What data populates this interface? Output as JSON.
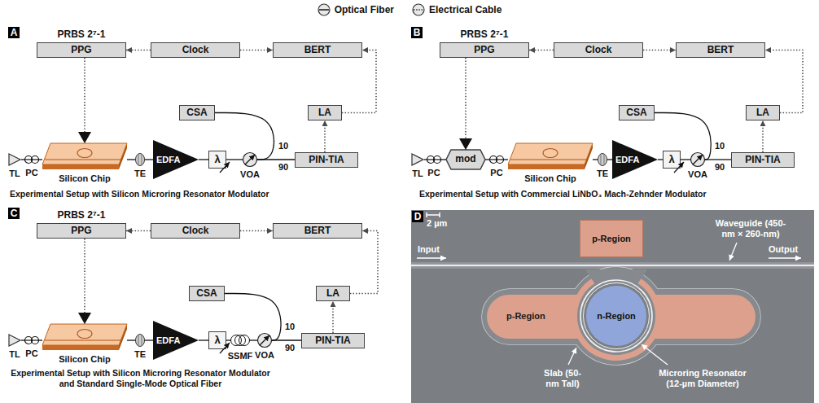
{
  "diagram": {
    "nodes": [
      {
        "text": [
          "PPG"
        ]
      },
      {
        "text": [
          "Clock"
        ]
      },
      {
        "text": [
          "BERT"
        ]
      },
      {
        "text": [
          "CSA"
        ]
      },
      {
        "text": [
          "LA"
        ]
      },
      {
        "text": [
          "TL"
        ]
      },
      {
        "text": [
          "PC"
        ]
      },
      {
        "text": [
          "Silicon Chip"
        ]
      },
      {
        "text": [
          "TE"
        ]
      },
      {
        "text": [
          "EDFA"
        ]
      },
      {
        "text": [
          "λ"
        ]
      },
      {
        "text": [
          "VOA"
        ]
      },
      {
        "text": [
          "PIN-TIA"
        ]
      },
      {
        "text": [
          "PPG"
        ]
      },
      {
        "text": [
          "Clock"
        ]
      },
      {
        "text": [
          "BERT"
        ]
      },
      {
        "text": [
          "CSA"
        ]
      },
      {
        "text": [
          "LA"
        ]
      },
      {
        "text": [
          "TL"
        ]
      },
      {
        "text": [
          "PC"
        ]
      },
      {
        "text": [
          "mod"
        ]
      },
      {
        "text": [
          "PC"
        ]
      },
      {
        "text": [
          "Silicon Chip"
        ]
      },
      {
        "text": [
          "TE"
        ]
      },
      {
        "text": [
          "EDFA"
        ]
      },
      {
        "text": [
          "λ"
        ]
      },
      {
        "text": [
          "VOA"
        ]
      },
      {
        "text": [
          "PIN-TIA"
        ]
      },
      {
        "text": [
          "PPG"
        ]
      },
      {
        "text": [
          "Clock"
        ]
      },
      {
        "text": [
          "BERT"
        ]
      },
      {
        "text": [
          "CSA"
        ]
      },
      {
        "text": [
          "LA"
        ]
      },
      {
        "text": [
          "TL"
        ]
      },
      {
        "text": [
          "PC"
        ]
      },
      {
        "text": [
          "Silicon Chip"
        ]
      },
      {
        "text": [
          "TE"
        ]
      },
      {
        "text": [
          "EDFA"
        ]
      },
      {
        "text": [
          "λ"
        ]
      },
      {
        "text": [
          "SSMF"
        ]
      },
      {
        "text": [
          "VOA"
        ]
      },
      {
        "text": [
          "PIN-TIA"
        ]
      },
      {
        "text": [
          "p-Region"
        ]
      },
      {
        "text": [
          "p-Region"
        ]
      },
      {
        "text": [
          "n-Region"
        ],
        "in": 43
      }
    ],
    "edges": [
      {
        "from": 1,
        "to": 0,
        "arrow": "to"
      },
      {
        "from": 1,
        "to": 2,
        "arrow": "to"
      },
      {
        "from": 0,
        "to": 7,
        "arrow": "to"
      },
      {
        "from": 4,
        "to": 2,
        "arrow": "to"
      },
      {
        "from": 12,
        "to": 4,
        "arrow": "to"
      },
      {
        "from": 5,
        "to": 6,
        "arrow": "none"
      },
      {
        "from": 6,
        "to": 7,
        "arrow": "none"
      },
      {
        "from": 7,
        "to": 8,
        "arrow": "none"
      },
      {
        "from": 8,
        "to": 9,
        "arrow": "none"
      },
      {
        "from": 9,
        "to": 10,
        "arrow": "none"
      },
      {
        "from": 10,
        "to": 11,
        "arrow": "none"
      },
      {
        "from": 11,
        "to": 3,
        "label": "10",
        "arrow": "none"
      },
      {
        "from": 11,
        "to": 12,
        "label": "90",
        "arrow": "none"
      },
      {
        "from": 14,
        "to": 13,
        "arrow": "to"
      },
      {
        "from": 14,
        "to": 15,
        "arrow": "to"
      },
      {
        "from": 13,
        "to": 20,
        "arrow": "to"
      },
      {
        "from": 17,
        "to": 15,
        "arrow": "to"
      },
      {
        "from": 27,
        "to": 17,
        "arrow": "to"
      },
      {
        "from": 18,
        "to": 19,
        "arrow": "none"
      },
      {
        "from": 19,
        "to": 20,
        "arrow": "none"
      },
      {
        "from": 20,
        "to": 21,
        "arrow": "none"
      },
      {
        "from": 21,
        "to": 22,
        "arrow": "none"
      },
      {
        "from": 22,
        "to": 23,
        "arrow": "none"
      },
      {
        "from": 23,
        "to": 24,
        "arrow": "none"
      },
      {
        "from": 24,
        "to": 25,
        "arrow": "none"
      },
      {
        "from": 25,
        "to": 26,
        "arrow": "none"
      },
      {
        "from": 26,
        "to": 16,
        "label": "10",
        "arrow": "none"
      },
      {
        "from": 26,
        "to": 27,
        "label": "90",
        "arrow": "none"
      },
      {
        "from": 29,
        "to": 28,
        "arrow": "to"
      },
      {
        "from": 29,
        "to": 30,
        "arrow": "to"
      },
      {
        "from": 28,
        "to": 35,
        "arrow": "to"
      },
      {
        "from": 32,
        "to": 30,
        "arrow": "to"
      },
      {
        "from": 41,
        "to": 32,
        "arrow": "to"
      },
      {
        "from": 33,
        "to": 34,
        "arrow": "none"
      },
      {
        "from": 34,
        "to": 35,
        "arrow": "none"
      },
      {
        "from": 35,
        "to": 36,
        "arrow": "none"
      },
      {
        "from": 36,
        "to": 37,
        "arrow": "none"
      },
      {
        "from": 37,
        "to": 38,
        "arrow": "none"
      },
      {
        "from": 38,
        "to": 39,
        "arrow": "none"
      },
      {
        "from": 39,
        "to": 40,
        "arrow": "none"
      },
      {
        "from": 40,
        "to": 31,
        "label": "10",
        "arrow": "none"
      },
      {
        "from": 40,
        "to": 41,
        "label": "90",
        "arrow": "none"
      }
    ],
    "labels": [
      "A",
      "PRBS 2⁷-1",
      "Experimental Setup with Silicon Microring Resonator Modulator",
      "B",
      "PRBS 2⁷-1",
      "Experimental Setup with Commercial LiNbO₃ Mach-Zehnder Modulator",
      "C",
      "PRBS 2⁷-1",
      "Experimental Setup with Silicon Microring Resonator Modulator and Standard Single-Mode Optical Fiber",
      "D",
      "2 µm",
      "Input",
      "Waveguide (450-nm × 260-nm)",
      "Output",
      "Slab (50-nm Tall)",
      "Microring Resonator (12-µm Diameter)"
    ],
    "legend": [
      {
        "text": "Optical Fiber"
      },
      {
        "text": "Electrical Cable"
      }
    ]
  }
}
